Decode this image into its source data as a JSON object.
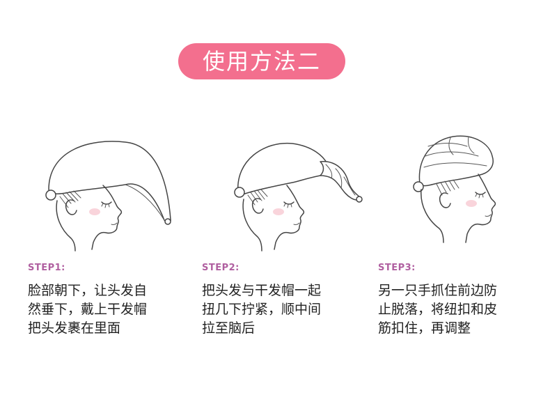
{
  "title": "使用方法二",
  "colors": {
    "accent": "#f36f8e",
    "step_label": "#b05fa0",
    "text": "#222222"
  },
  "steps": [
    {
      "label": "STEP1:",
      "lines": [
        "脸部朝下，让头发自",
        "然垂下，戴上干发帽",
        "把头发裹在里面"
      ]
    },
    {
      "label": "STEP2:",
      "lines": [
        "把头发与干发帽一起",
        "扭几下拧紧，顺中间",
        "拉至脑后"
      ]
    },
    {
      "label": "STEP3:",
      "lines": [
        "另一只手抓住前边防",
        "止脱落，将纽扣和皮",
        "筋扣住，再调整"
      ]
    }
  ]
}
